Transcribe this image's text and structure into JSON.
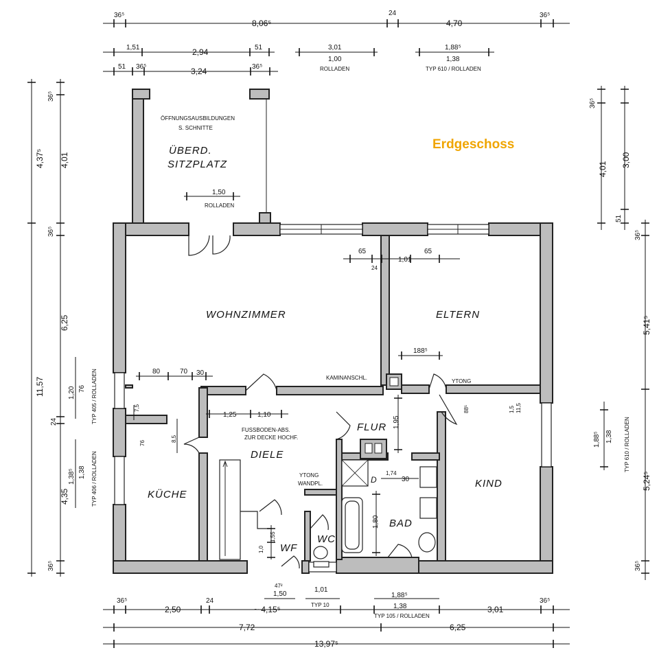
{
  "plan": {
    "title": "Erdgeschoss",
    "accent_color": "#f0a500",
    "rooms": {
      "sitzplatz": "ÜBERD.\nSITZPLATZ",
      "wohnzimmer": "WOHNZIMMER",
      "eltern": "ELTERN",
      "diele": "DIELE",
      "flur": "FLUR",
      "kueche": "KÜCHE",
      "kind": "KIND",
      "bad": "BAD",
      "wc": "WC",
      "wf": "WF",
      "d": "D"
    },
    "notes": {
      "oeffnung": "ÖFFNUNGSAUSBILDUNGEN",
      "schnitte": "S. SCHNITTE",
      "fussboden1": "FUSSBODEN-ABS.",
      "fussboden2": "ZUR DECKE HOCHF.",
      "kamin": "KAMINANSCHL.",
      "ytong": "YTONG",
      "ytong_wand1": "YTONG",
      "ytong_wand2": "WANDPL."
    },
    "top_dims": {
      "row1": [
        "36⁵",
        "8,06⁵",
        "24",
        "4,70",
        "36⁵"
      ],
      "row2": [
        "1,51",
        "2,94",
        "51"
      ],
      "row2b": [
        "3,01",
        "1,00",
        "ROLLADEN"
      ],
      "row2c": [
        "1,88⁵",
        "1,38",
        "TYP 610 / ROLLADEN"
      ],
      "row3": [
        "51",
        "36⁵",
        "3,24",
        "36⁵"
      ]
    },
    "bottom_dims": {
      "row1": [
        "36⁵",
        "2,50",
        "24",
        "~ 4,15⁵",
        "3,01",
        "36⁵"
      ],
      "row1b": [
        "47²",
        "1,50"
      ],
      "row1c": [
        "1,01",
        "TYP 10"
      ],
      "row1d": [
        "1,88⁵",
        "1,38",
        "TYP 105 / ROLLADEN"
      ],
      "row2": [
        "7,72",
        "6,25"
      ],
      "row3": [
        "13,97⁵"
      ]
    },
    "left_dims": {
      "outer": [
        "4,37⁵",
        "11,57"
      ],
      "inner": [
        "36⁵",
        "4,01",
        "36⁵",
        "6,25",
        "24",
        "4,35",
        "36⁵"
      ],
      "window1": [
        "1,20",
        "76",
        "TYP 405 / ROLLADEN"
      ],
      "window2": [
        "1,38⁵",
        "1,38",
        "TYP 406 / ROLLADEN"
      ]
    },
    "right_dims": {
      "top": [
        "36⁵",
        "4,01",
        "3,00",
        "51"
      ],
      "side": [
        "36⁵",
        "5,41⁵",
        "5,24⁵",
        "36⁵"
      ],
      "window": [
        "1,88⁵",
        "1,38",
        "TYP 610 / ROLLADEN"
      ]
    },
    "interior_dims": {
      "sitzplatz": [
        "1,50",
        "ROLLADEN"
      ],
      "wohnz_top": [
        "65",
        "1,01",
        "65",
        "24"
      ],
      "eltern_bottom": "188⁵",
      "diele_a": [
        "80",
        "70",
        "30"
      ],
      "diele_b": [
        "1,25",
        "1,10"
      ],
      "diele_c": [
        "7,5",
        "8,5",
        "76"
      ],
      "flur": "1,95",
      "bad_a": [
        "1,74",
        "30"
      ],
      "bad_b": "1,80",
      "kind": [
        "88⁵",
        "1,5",
        "11,5"
      ],
      "wc_a": [
        "1,55",
        "1,0"
      ]
    }
  }
}
